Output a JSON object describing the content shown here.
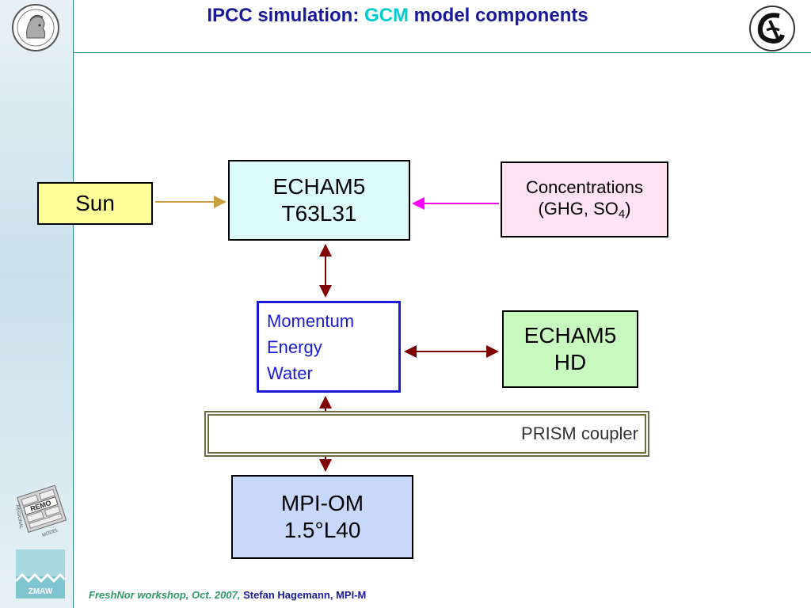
{
  "slide": {
    "title_prefix": "IPCC simulation: ",
    "title_highlight": "GCM",
    "title_suffix": " model components"
  },
  "boxes": {
    "sun": {
      "label": "Sun"
    },
    "echam": {
      "line1": "ECHAM5",
      "line2": "T63L31"
    },
    "concentrations": {
      "line1": "Concentrations",
      "line2_prefix": "(GHG, SO",
      "line2_sub": "4",
      "line2_suffix": ")"
    },
    "exchange": {
      "line1": "Momentum",
      "line2": "Energy",
      "line3": "Water"
    },
    "hd": {
      "line1": "ECHAM5",
      "line2": "HD"
    },
    "prism": {
      "label": "PRISM coupler"
    },
    "ocean": {
      "line1": "MPI-OM",
      "line2": "1.5°L40"
    }
  },
  "logos": {
    "remo": {
      "line1": "REGIONAL",
      "line2": "REMO",
      "line3": "MODEL"
    },
    "zmaw": {
      "text": "ZMAW"
    }
  },
  "footer": {
    "event": "FreshNor workshop, Oct. 2007, ",
    "author": "Stefan Hagemann, MPI-M"
  },
  "colors": {
    "title": "#1a1a99",
    "title_highlight": "#00cccc",
    "sun_arrow": "#c8a040",
    "concentration_arrow": "#ff00ff",
    "coupling_arrows": "#800000",
    "exchange_border": "#1a1ad6"
  },
  "icons": [
    "max-planck-minerva-icon",
    "mpi-meteorology-icon",
    "remo-model-icon",
    "zmaw-wave-icon"
  ]
}
